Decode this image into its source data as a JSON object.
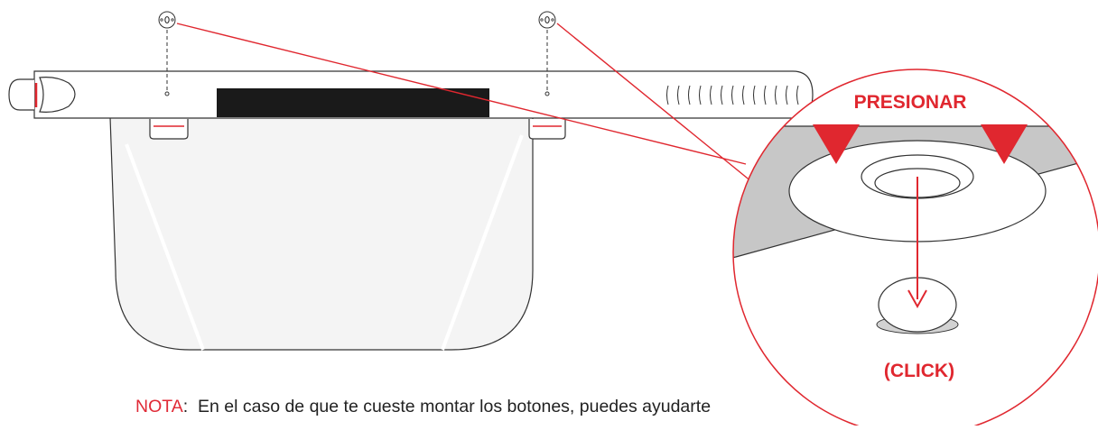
{
  "colors": {
    "accent": "#e0272f",
    "outline": "#333333",
    "shield_fill": "#f4f4f4",
    "label_bar": "#1a1a1a",
    "band_gray": "#c7c7c7"
  },
  "callout": {
    "press_label": "PRESIONAR",
    "click_label": "(CLICK)"
  },
  "note": {
    "label": "NOTA",
    "separator": ":",
    "text": "  En el caso de que te cueste montar los botones, puedes ayudarte"
  }
}
